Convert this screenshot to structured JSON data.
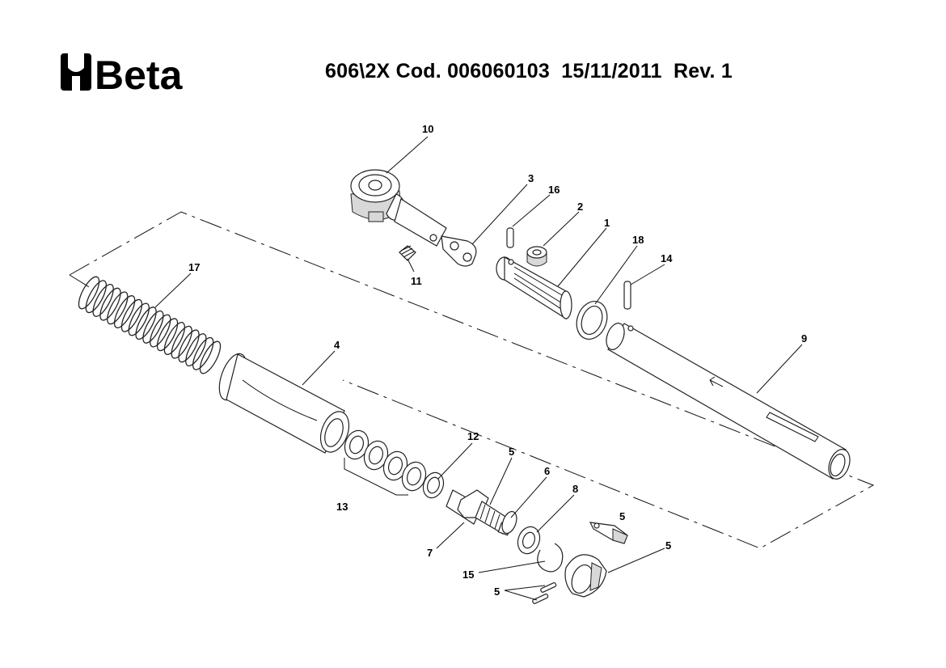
{
  "header": {
    "brand": "Beta",
    "title": "606\\2X Cod. 006060103  15/11/2011  Rev. 1"
  },
  "callouts": [
    {
      "id": "c10",
      "text": "10"
    },
    {
      "id": "c3",
      "text": "3"
    },
    {
      "id": "c16",
      "text": "16"
    },
    {
      "id": "c2",
      "text": "2"
    },
    {
      "id": "c1",
      "text": "1"
    },
    {
      "id": "c18",
      "text": "18"
    },
    {
      "id": "c14",
      "text": "14"
    },
    {
      "id": "c11",
      "text": "11"
    },
    {
      "id": "c17",
      "text": "17"
    },
    {
      "id": "c4",
      "text": "4"
    },
    {
      "id": "c9",
      "text": "9"
    },
    {
      "id": "c12",
      "text": "12"
    },
    {
      "id": "c5a",
      "text": "5"
    },
    {
      "id": "c6",
      "text": "6"
    },
    {
      "id": "c8",
      "text": "8"
    },
    {
      "id": "c13",
      "text": "13"
    },
    {
      "id": "c5b",
      "text": "5"
    },
    {
      "id": "c7",
      "text": "7"
    },
    {
      "id": "c5c",
      "text": "5"
    },
    {
      "id": "c15",
      "text": "15"
    },
    {
      "id": "c5d",
      "text": "5"
    }
  ]
}
